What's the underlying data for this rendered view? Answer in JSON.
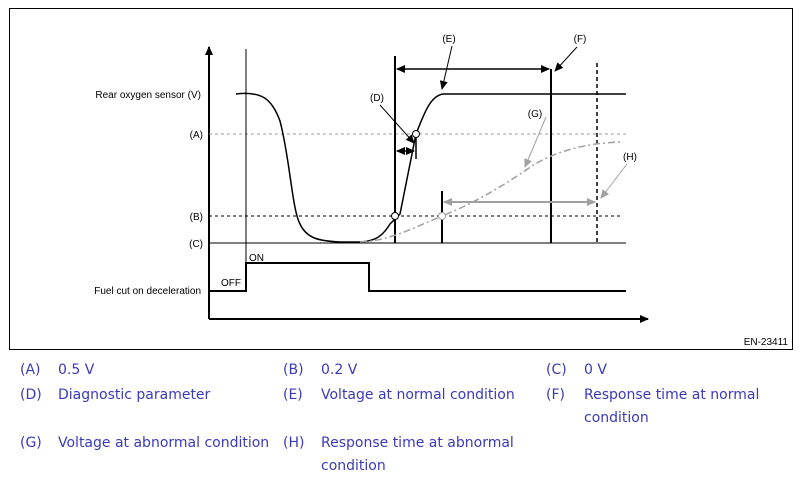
{
  "figure": {
    "signal_label": "Rear oxygen sensor (V)",
    "fuel_cut_label": "Fuel cut on deceleration",
    "level_a": "(A)",
    "level_b": "(B)",
    "level_c": "(C)",
    "marker_d": "(D)",
    "marker_e": "(E)",
    "marker_f": "(F)",
    "marker_g": "(G)",
    "marker_h": "(H)",
    "state_on": "ON",
    "state_off": "OFF",
    "figure_id": "EN-23411"
  },
  "legend": [
    {
      "key": "(A)",
      "text": "0.5 V"
    },
    {
      "key": "(B)",
      "text": "0.2 V"
    },
    {
      "key": "(C)",
      "text": "0 V"
    },
    {
      "key": "(D)",
      "text": "Diagnostic parameter"
    },
    {
      "key": "(E)",
      "text": "Voltage at normal condition"
    },
    {
      "key": "(F)",
      "text": "Response time at normal condition"
    },
    {
      "key": "(G)",
      "text": "Voltage at abnormal condition"
    },
    {
      "key": "(H)",
      "text": "Response time at abnormal condition"
    }
  ],
  "colors": {
    "legend_text": "#3a3ab8",
    "abnormal_curve": "#a0a0a0",
    "border": "#000000"
  }
}
